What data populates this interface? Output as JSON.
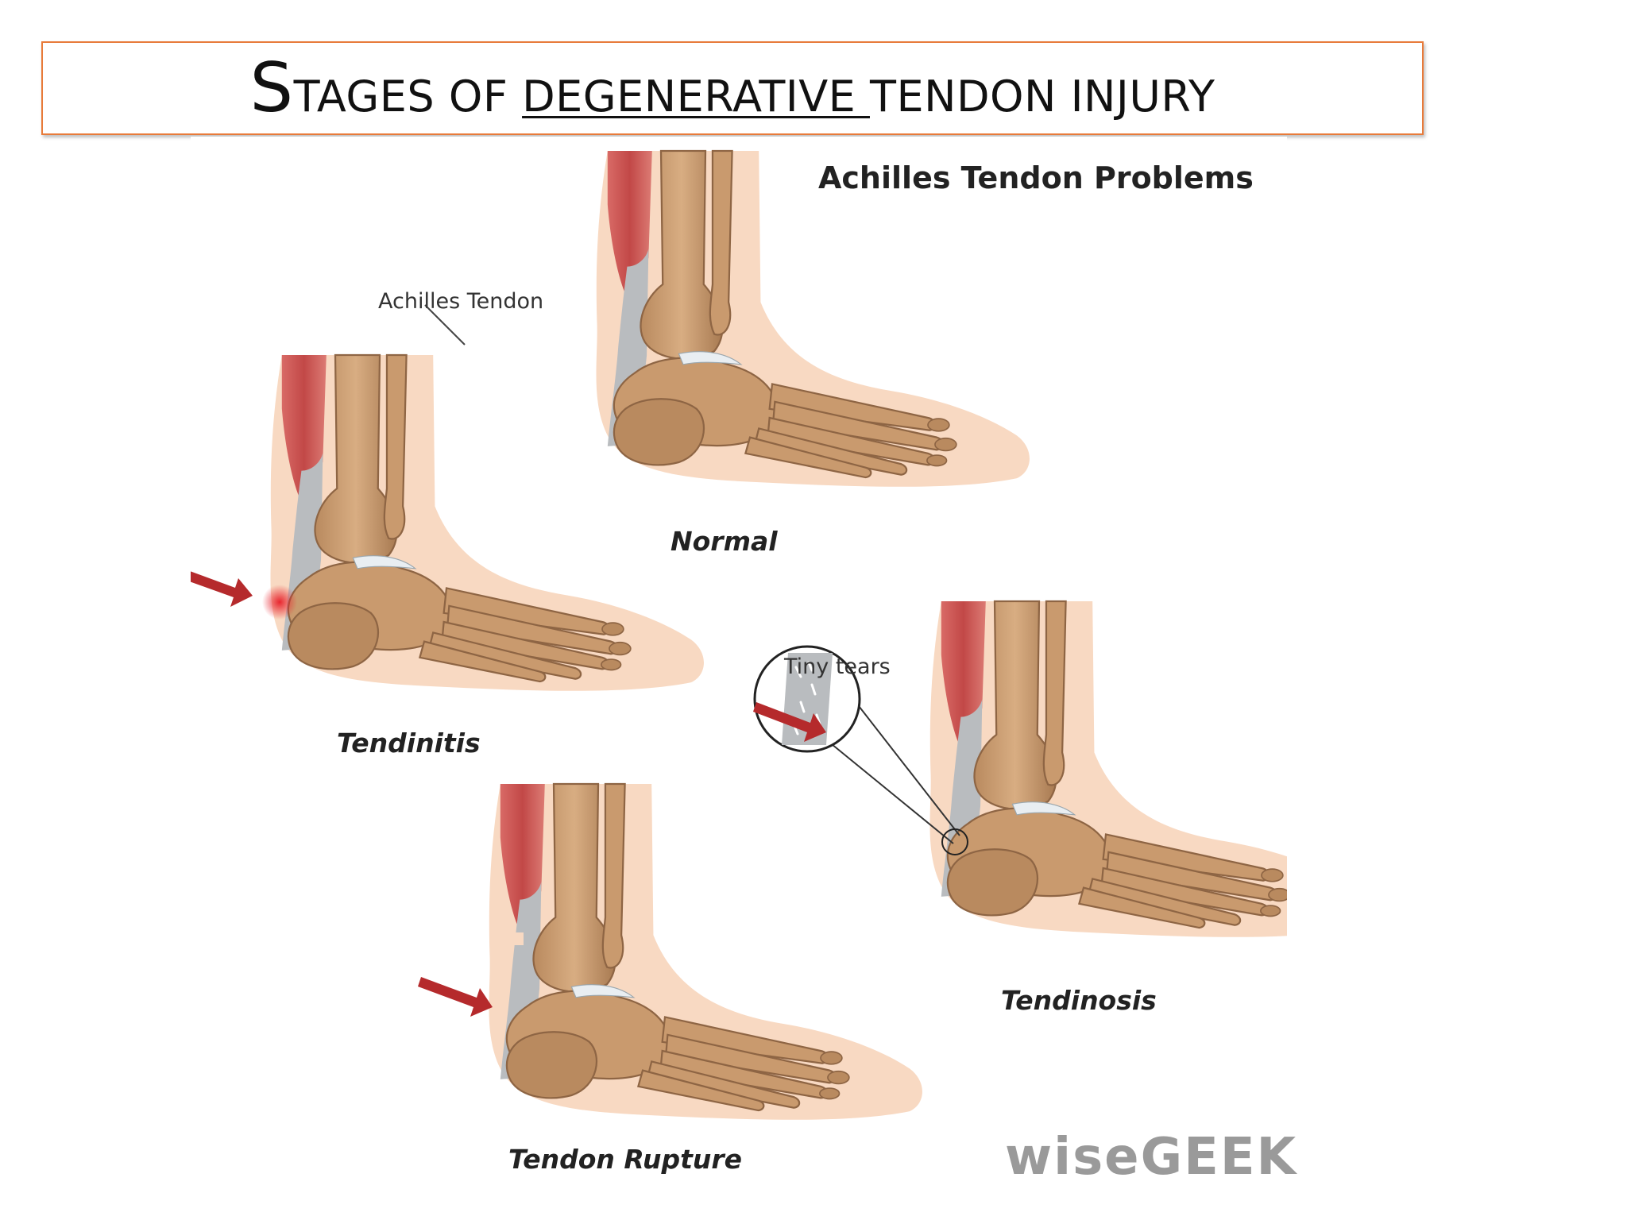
{
  "slide": {
    "title_cap": "S",
    "title_part1": "TAGES OF ",
    "title_underlined": "DEGENERATIVE ",
    "title_part2": "TENDON INJURY"
  },
  "figure": {
    "heading": "Achilles Tendon Problems",
    "label_tendon": "Achilles Tendon",
    "label_tears": "Tiny tears",
    "captions": {
      "normal": "Normal",
      "tendinitis": "Tendinitis",
      "tendinosis": "Tendinosis",
      "rupture": "Tendon Rupture"
    },
    "watermark": "wiseGEEK",
    "colors": {
      "skin": "#f8d9c2",
      "bone": "#c99a6e",
      "bone_dark": "#8e6544",
      "muscle": "#c9504f",
      "tendon": "#b9bcbf",
      "arrow": "#b52a2c",
      "inflammation": "#e0383e"
    }
  }
}
